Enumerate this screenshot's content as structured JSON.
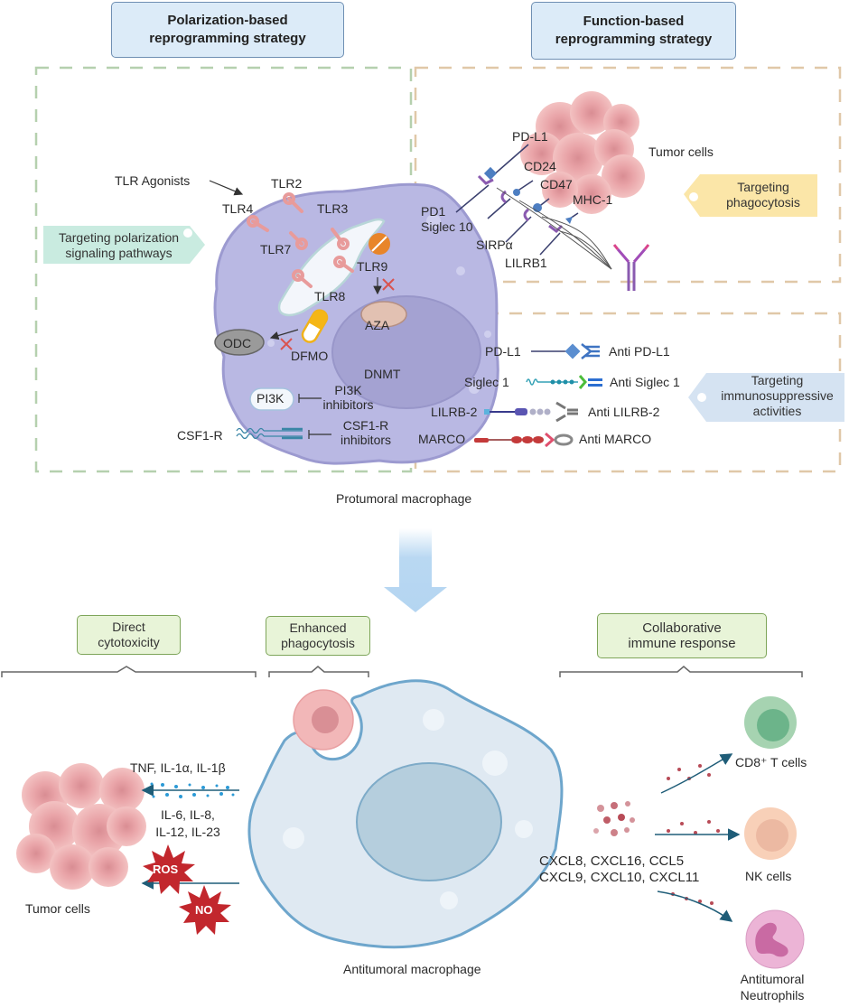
{
  "headers": {
    "polarization": "Polarization-based\nreprogramming strategy",
    "function": "Function-based\nreprogramming strategy"
  },
  "tags": {
    "polarization_pathways": "Targeting polarization\nsignaling pathways",
    "phagocytosis": "Targeting\nphagocytosis",
    "immunosuppressive": "Targeting\nimmunosuppressive\nactivities"
  },
  "polarization": {
    "tlr_agonists": "TLR Agonists",
    "tlr": [
      "TLR2",
      "TLR4",
      "TLR3",
      "TLR7",
      "TLR9",
      "TLR8"
    ],
    "odc": "ODC",
    "dfmo": "DFMO",
    "aza": "AZA",
    "dnmt": "DNMT",
    "pi3k": "PI3K",
    "pi3k_inhibitors": "PI3K\ninhibitors",
    "csf1r": "CSF1-R",
    "csf1r_inhibitors": "CSF1-R\ninhibitors"
  },
  "phagocytosis": {
    "tumor_cells": "Tumor cells",
    "ligands": [
      "PD-L1",
      "CD24",
      "CD47",
      "MHC-1"
    ],
    "receptors": [
      "PD1",
      "Siglec 10",
      "SIRPα",
      "LILRB1"
    ]
  },
  "immunosuppressive": {
    "rows": [
      {
        "target": "PD-L1",
        "antibody": "Anti PD-L1"
      },
      {
        "target": "Siglec 1",
        "antibody": "Anti Siglec 1"
      },
      {
        "target": "LILRB-2",
        "antibody": "Anti LILRB-2"
      },
      {
        "target": "MARCO",
        "antibody": "Anti MARCO"
      }
    ]
  },
  "protumoral_label": "Protumoral macrophage",
  "outcomes": {
    "direct": "Direct\ncytotoxicity",
    "enhanced": "Enhanced\nphagocytosis",
    "collaborative": "Collaborative\nimmune response"
  },
  "bottom": {
    "cytokines_top": "TNF, IL-1α, IL-1β",
    "cytokines_bottom": "IL-6, IL-8,\nIL-12, IL-23",
    "ros": "ROS",
    "no": "NO",
    "tumor_cells": "Tumor cells",
    "antitumoral_label": "Antitumoral macrophage",
    "chemokines": "CXCL8, CXCL16, CCL5\nCXCL9, CXCL10, CXCL11",
    "cd8": "CD8⁺ T cells",
    "nk": "NK cells",
    "neutrophils": "Antitumoral\nNeutrophils"
  },
  "colors": {
    "macrophage_pro": "#b9b8e3",
    "macrophage_anti": "#dfe9f2",
    "header_fill": "#dcebf8",
    "outcome_fill": "#e8f4d8",
    "tumor": "#f1b5b5"
  }
}
